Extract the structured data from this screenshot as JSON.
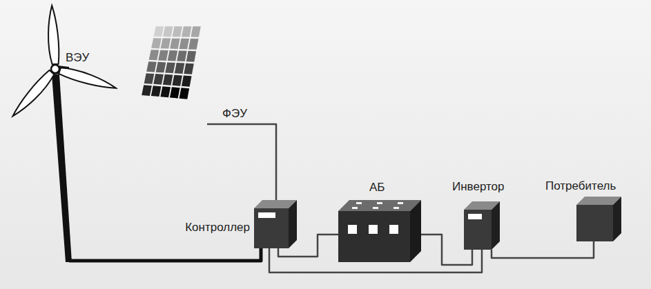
{
  "diagram": {
    "nodes": [
      {
        "text": [
          "ВЭУ"
        ]
      },
      {
        "text": [
          "ФЭУ"
        ]
      },
      {
        "text": [
          "Контроллер"
        ]
      },
      {
        "text": [
          "АБ"
        ]
      },
      {
        "text": [
          "Инвертор"
        ]
      },
      {
        "text": [
          "Потребитель"
        ]
      }
    ],
    "edges": [
      {
        "from": 0,
        "to": 2,
        "arrow": "none"
      },
      {
        "from": 1,
        "to": 2,
        "arrow": "none"
      },
      {
        "from": 2,
        "to": 3,
        "arrow": "none"
      },
      {
        "from": 2,
        "to": 4,
        "arrow": "none"
      },
      {
        "from": 3,
        "to": 4,
        "arrow": "none"
      },
      {
        "from": 4,
        "to": 5,
        "arrow": "none"
      }
    ]
  }
}
